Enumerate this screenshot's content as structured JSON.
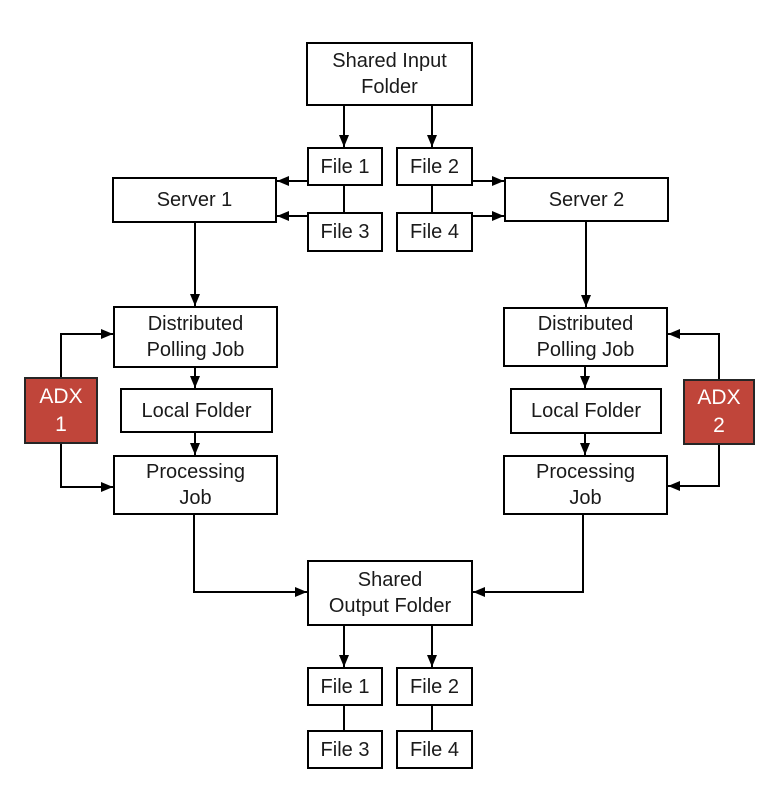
{
  "diagram": {
    "title": "distributed-file-processing-flow",
    "colors": {
      "background": "#ffffff",
      "box_fill": "#ffffff",
      "box_border": "#000000",
      "adx_fill": "#c0453a",
      "adx_text": "#ffffff",
      "text": "#1a1a1a",
      "line": "#000000"
    },
    "nodes": {
      "shared_input_folder": {
        "label": "Shared Input\nFolder"
      },
      "file1_top": {
        "label": "File 1"
      },
      "file2_top": {
        "label": "File 2"
      },
      "file3_top": {
        "label": "File 3"
      },
      "file4_top": {
        "label": "File 4"
      },
      "server1": {
        "label": "Server 1"
      },
      "server2": {
        "label": "Server 2"
      },
      "distributed_polling_job_left": {
        "label": "Distributed\nPolling Job"
      },
      "distributed_polling_job_right": {
        "label": "Distributed\nPolling Job"
      },
      "local_folder_left": {
        "label": "Local Folder"
      },
      "local_folder_right": {
        "label": "Local Folder"
      },
      "processing_job_left": {
        "label": "Processing\nJob"
      },
      "processing_job_right": {
        "label": "Processing\nJob"
      },
      "adx1": {
        "label": "ADX\n1"
      },
      "adx2": {
        "label": "ADX\n2"
      },
      "shared_output_folder": {
        "label": "Shared\nOutput Folder"
      },
      "file1_bottom": {
        "label": "File 1"
      },
      "file2_bottom": {
        "label": "File 2"
      },
      "file3_bottom": {
        "label": "File 3"
      },
      "file4_bottom": {
        "label": "File 4"
      }
    },
    "edges": [
      "shared_input_folder -> file1_top",
      "shared_input_folder -> file2_top",
      "file1_top - file3_top",
      "file2_top - file4_top",
      "file1_top -> server1",
      "file3_top -> server1",
      "file2_top -> server2",
      "file4_top -> server2",
      "server1 -> distributed_polling_job_left",
      "server2 -> distributed_polling_job_right",
      "distributed_polling_job_left -> local_folder_left",
      "local_folder_left -> processing_job_left",
      "distributed_polling_job_right -> local_folder_right",
      "local_folder_right -> processing_job_right",
      "adx1 -> distributed_polling_job_left",
      "adx1 -> processing_job_left",
      "adx2 -> distributed_polling_job_right",
      "adx2 -> processing_job_right",
      "processing_job_left -> shared_output_folder",
      "processing_job_right -> shared_output_folder",
      "shared_output_folder -> file1_bottom",
      "shared_output_folder -> file2_bottom",
      "file1_bottom - file3_bottom",
      "file2_bottom - file4_bottom"
    ]
  }
}
